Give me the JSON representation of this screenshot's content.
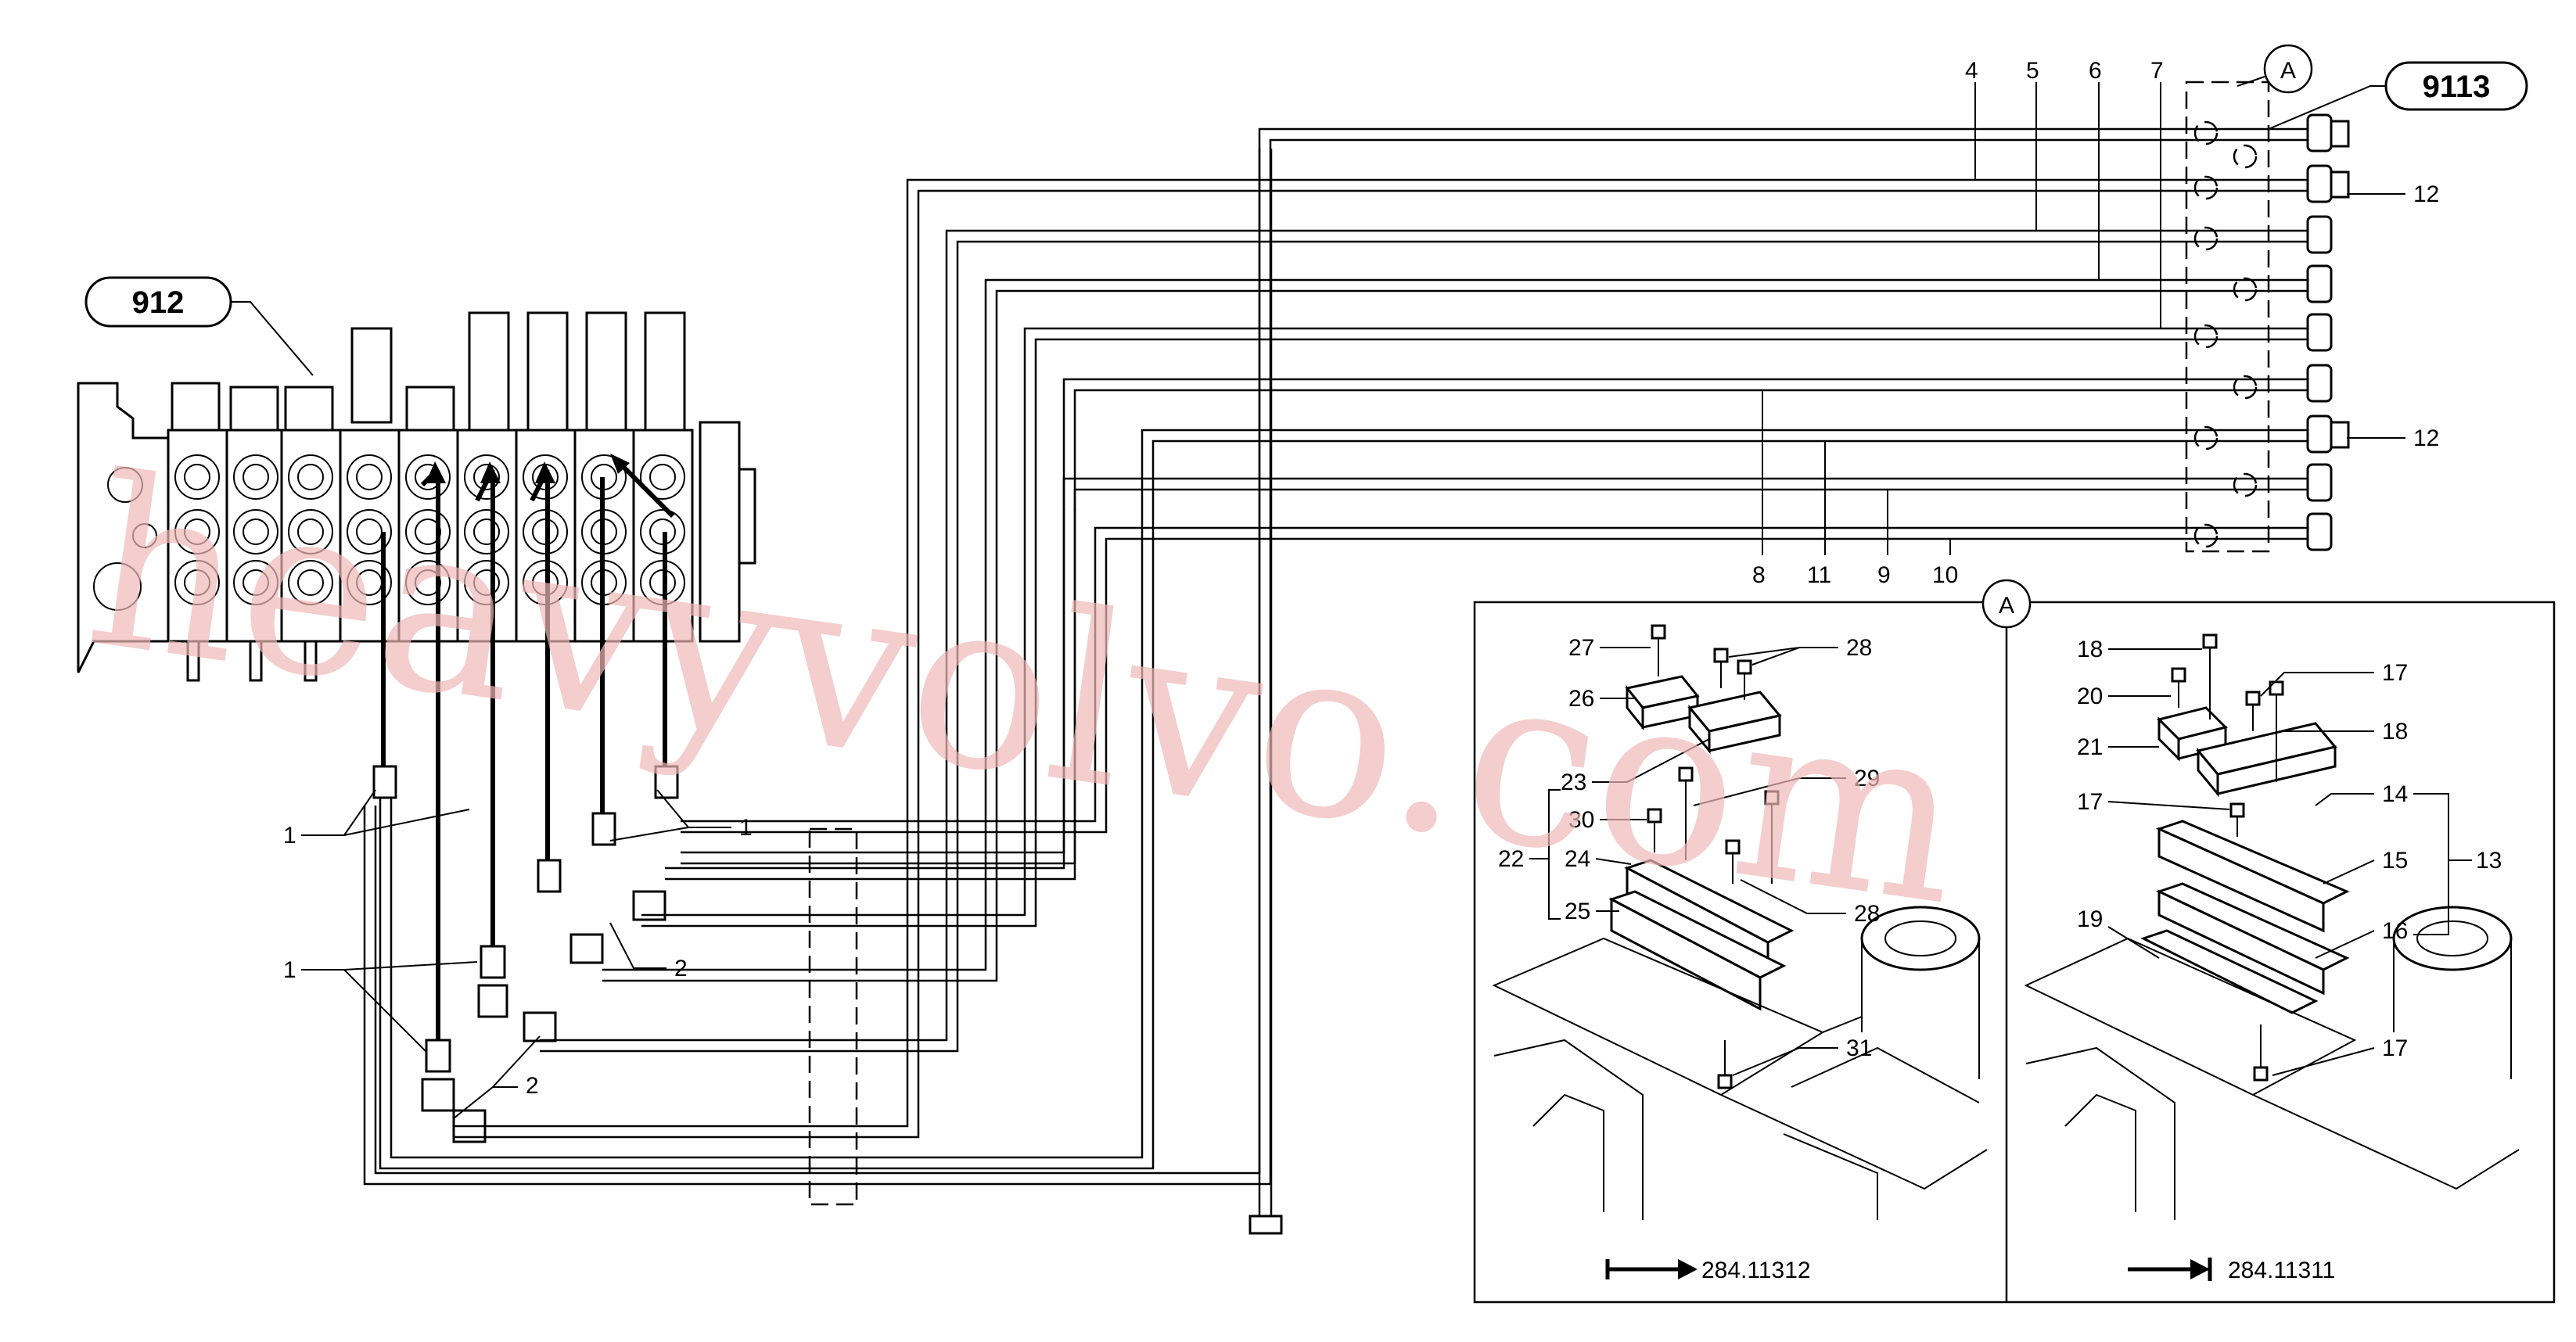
{
  "bubbles": {
    "valve_ref": "912",
    "hose_ref": "9113"
  },
  "detail_marker": "A",
  "callouts_top": [
    "4",
    "5",
    "6",
    "7",
    "12",
    "12"
  ],
  "callouts_bottom_lines": [
    "8",
    "11",
    "9",
    "10"
  ],
  "callouts_left": [
    "1",
    "1",
    "1",
    "2",
    "2"
  ],
  "detail_left_callouts": [
    "27",
    "28",
    "26",
    "23",
    "29",
    "22",
    "30",
    "24",
    "25",
    "28",
    "31"
  ],
  "detail_right_callouts": [
    "18",
    "17",
    "20",
    "18",
    "21",
    "17",
    "14",
    "15",
    "13",
    "16",
    "19",
    "17"
  ],
  "serial_left": "284.11312",
  "serial_right": "284.11311",
  "watermark": "heavyvolvo.com"
}
